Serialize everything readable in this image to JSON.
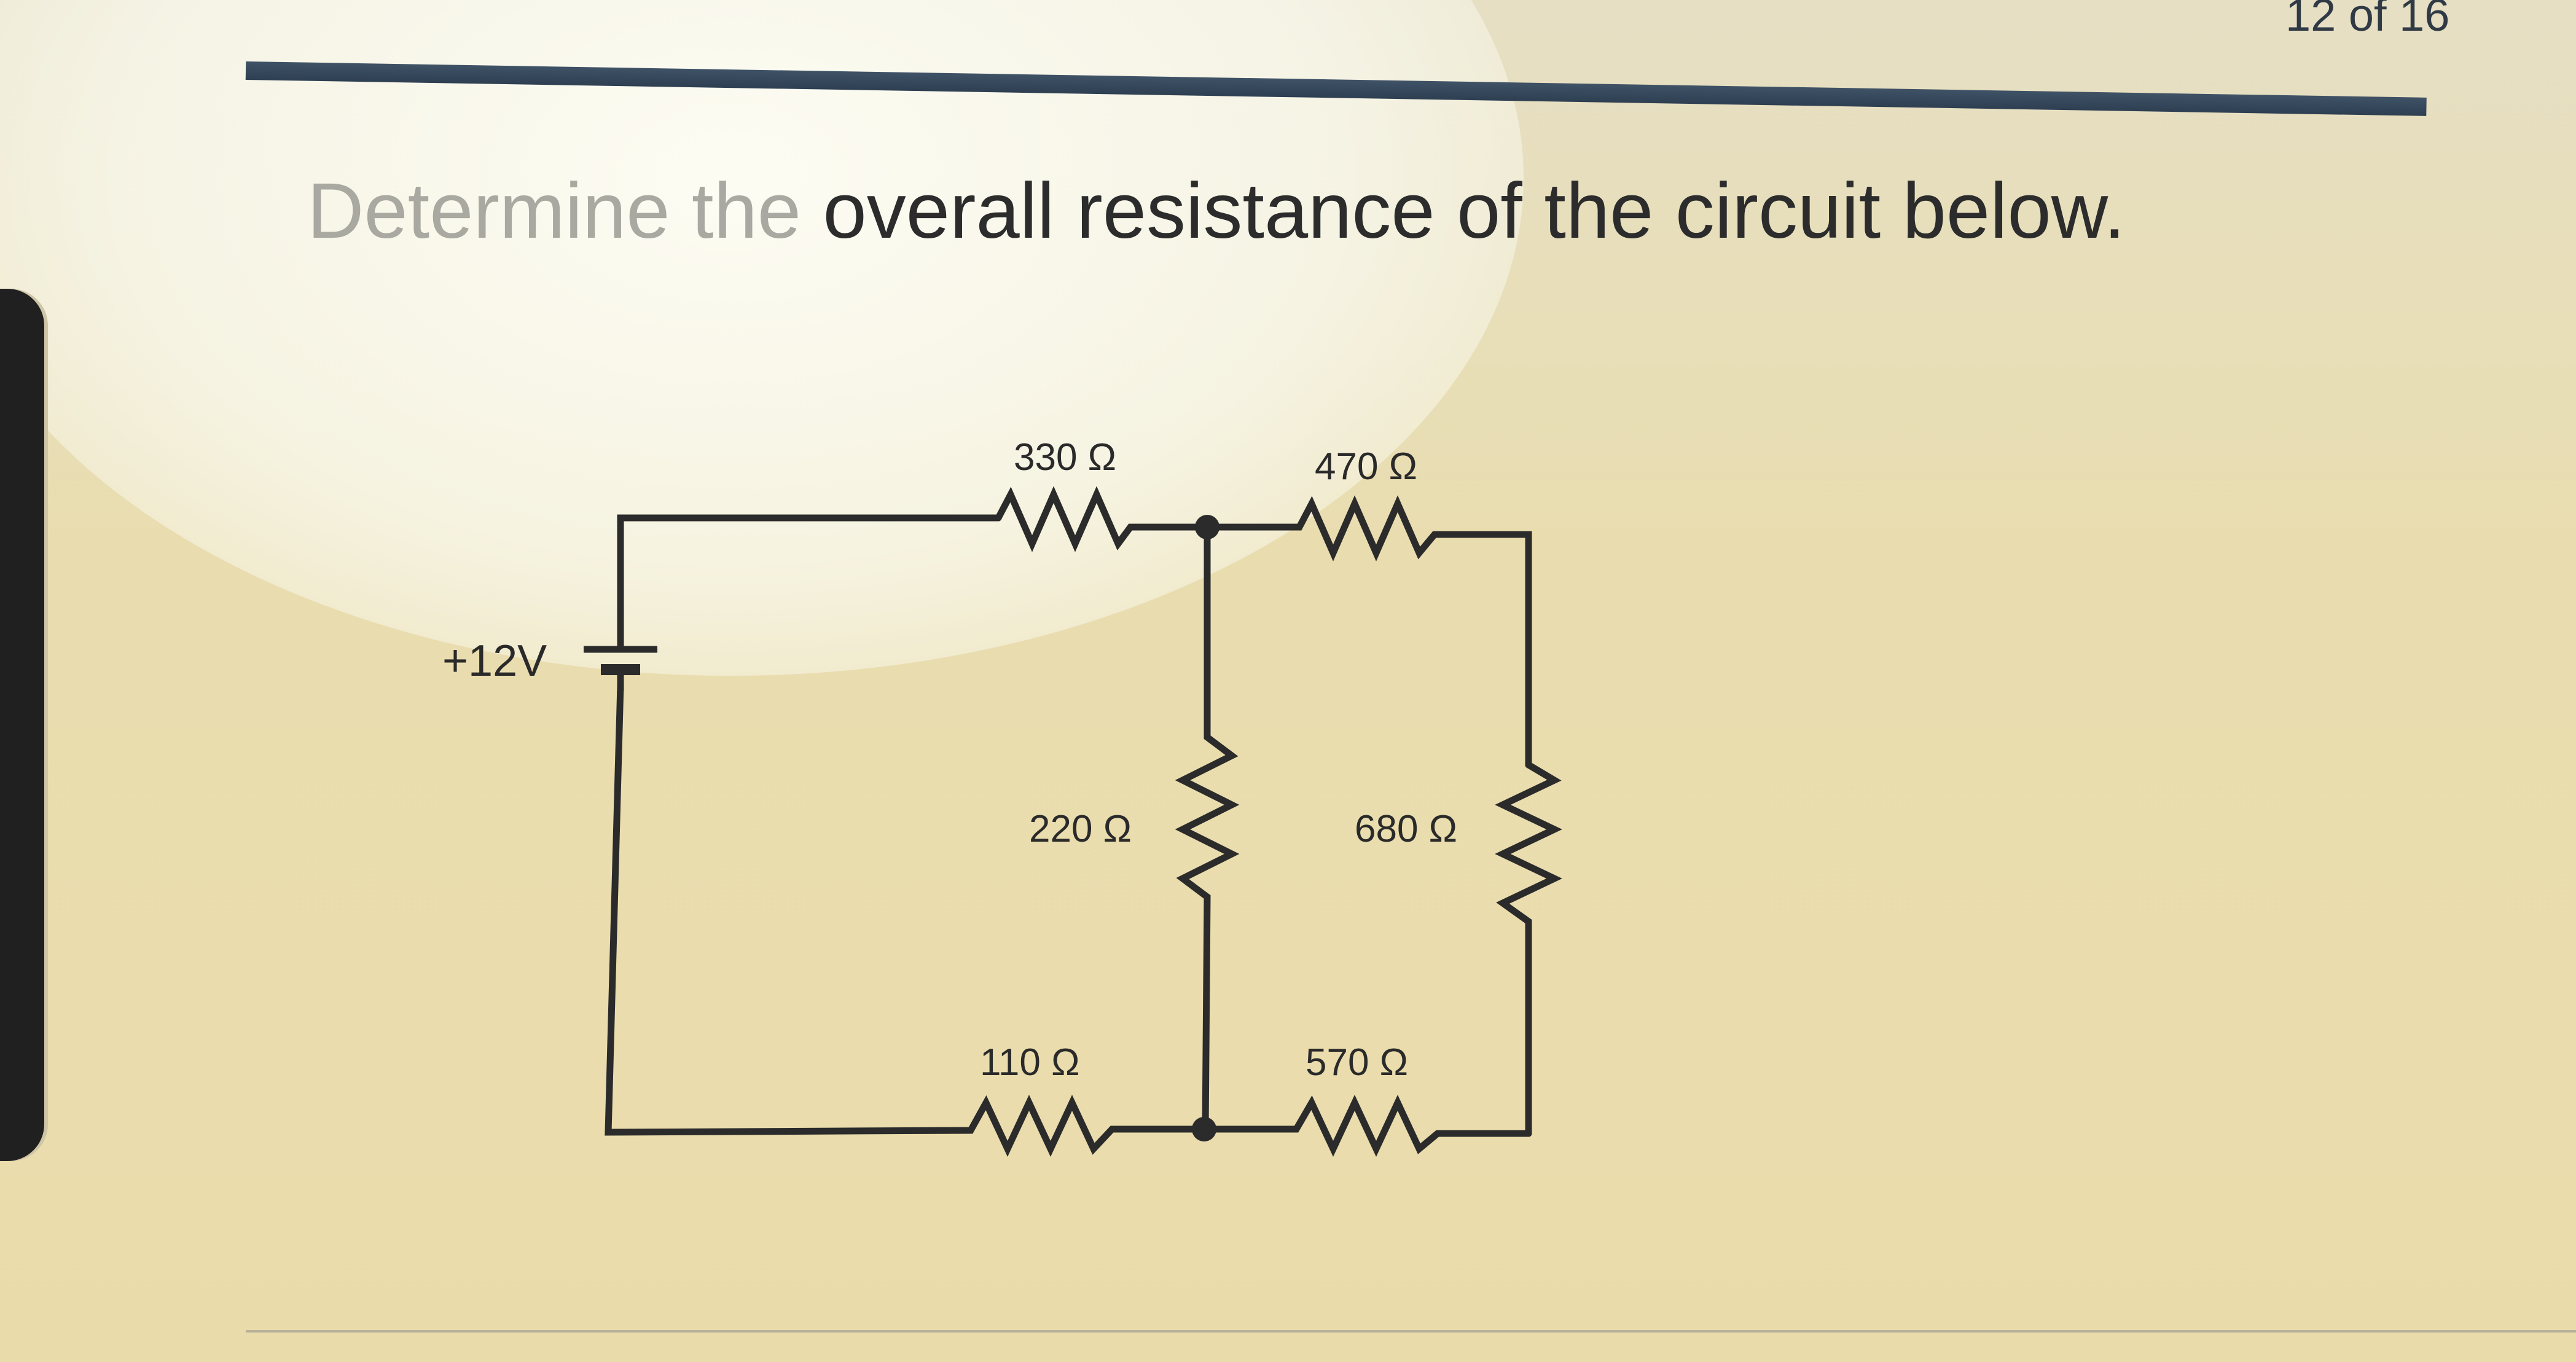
{
  "pager": {
    "label": "12 of 16"
  },
  "question": {
    "faded_part": "Determine the",
    "text_part": " overall resistance of the circuit below."
  },
  "circuit": {
    "source_label": "+12V",
    "resistors": {
      "r330": "330 Ω",
      "r470": "470 Ω",
      "r220": "220 Ω",
      "r680": "680 Ω",
      "r110": "110 Ω",
      "r570": "570 Ω"
    }
  },
  "colors": {
    "wire": "#2b2b2b",
    "header_rule": "#3f5266",
    "background": "#eadcaa"
  }
}
